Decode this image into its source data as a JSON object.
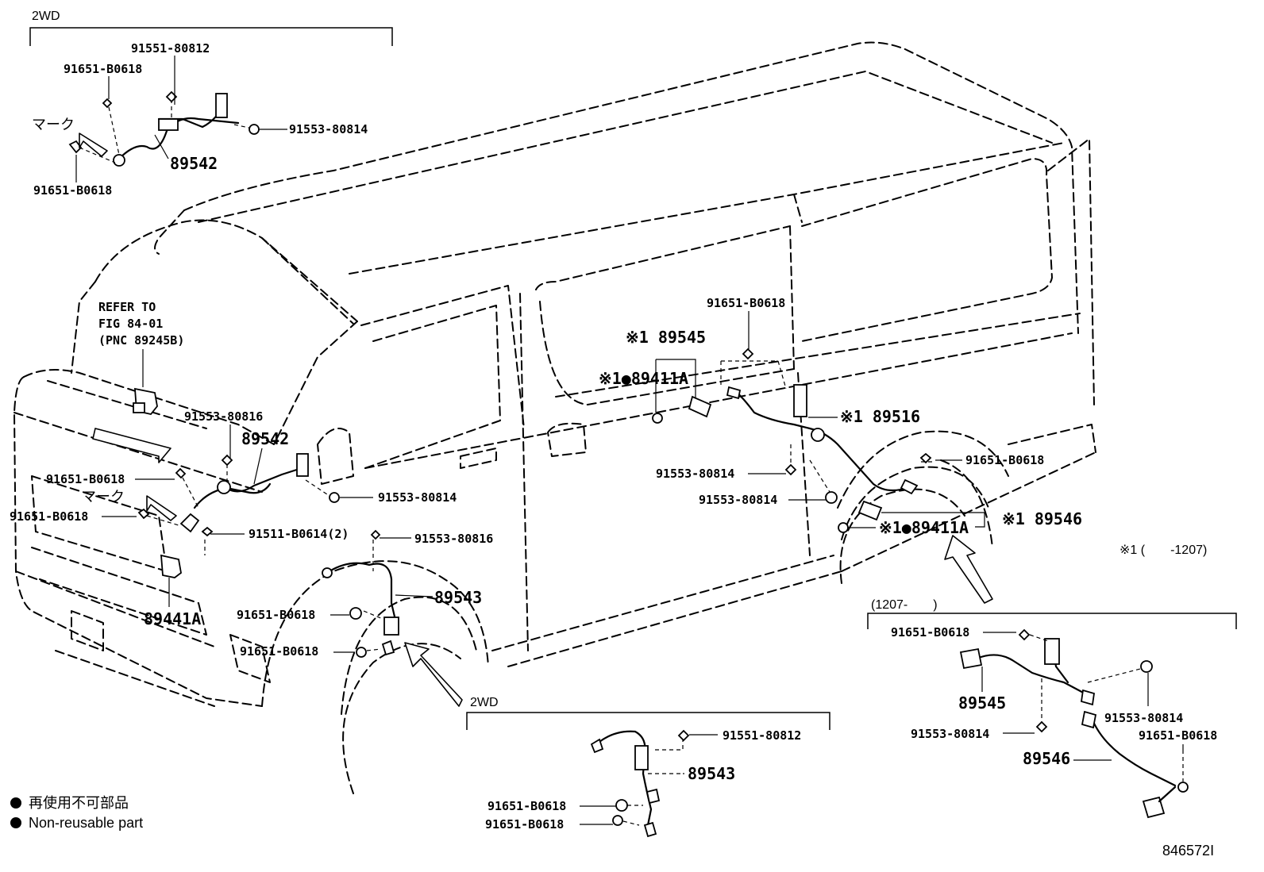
{
  "groups": {
    "g1": "2WD",
    "g2": "2WD",
    "g3": "(1207-　　)"
  },
  "notes": {
    "refer_line1": "REFER TO",
    "refer_line2": "FIG 84-01",
    "refer_line3": "(PNC 89245B)",
    "mark1": "マーク",
    "mark2": "マーク",
    "footnote": "※1 (　　-1207)",
    "legend_jp": "再使用不可部品",
    "legend_en": "Non-reusable part",
    "figure_no": "846572I"
  },
  "labels": {
    "l01": "91551-80812",
    "l02": "91651-B0618",
    "l03": "91553-80814",
    "l04": "89542",
    "l05": "91651-B0618",
    "l06": "91553-80816",
    "l07": "89542",
    "l08": "91651-B0618",
    "l09": "91651-B0618",
    "l10": "91553-80814",
    "l11": "91511-B0614(2)",
    "l12": "91553-80816",
    "l13": "89543",
    "l14": "89441A",
    "l15": "91651-B0618",
    "l16": "91651-B0618",
    "l17": "91651-B0618",
    "l18": "※1 89545",
    "l19": "※1●89411A",
    "l20": "※1 89516",
    "l21": "91553-80814",
    "l22": "91651-B0618",
    "l23": "91553-80814",
    "l24": "※1●89411A",
    "l25": "※1 89546",
    "l26": "91551-80812",
    "l27": "89543",
    "l28": "91651-B0618",
    "l29": "91651-B0618",
    "l30": "91651-B0618",
    "l31": "89545",
    "l32": "91553-80814",
    "l33": "91553-80814",
    "l34": "91651-B0618",
    "l35": "89546"
  }
}
